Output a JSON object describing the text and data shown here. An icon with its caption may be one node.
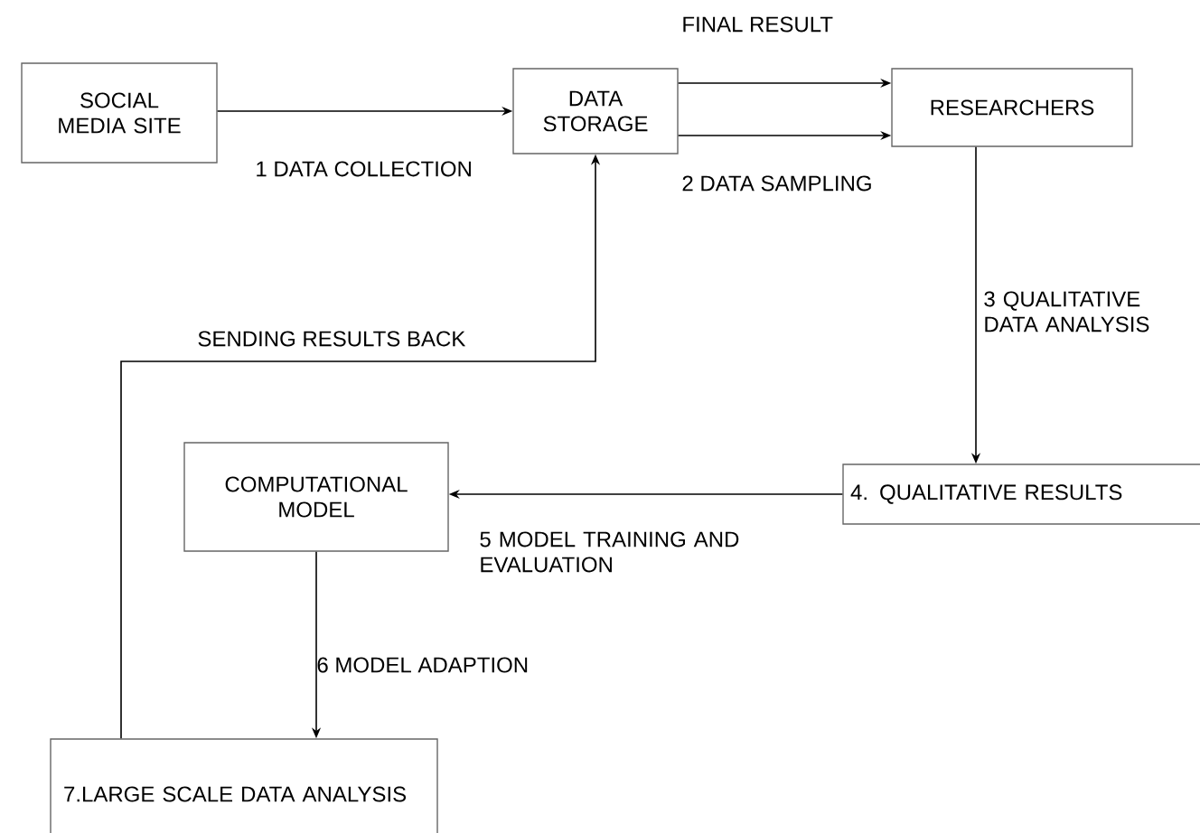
{
  "diagram": {
    "nodes": [
      {
        "text": [
          "SOCIAL MEDIA SITE"
        ]
      },
      {
        "text": [
          "DATA STORAGE"
        ]
      },
      {
        "text": [
          "RESEARCHERS"
        ]
      },
      {
        "text": [
          "4. QUALITATIVE RESULTS"
        ]
      },
      {
        "text": [
          "COMPUTATIONAL MODEL"
        ]
      },
      {
        "text": [
          "7.LARGE SCALE DATA ANALYSIS"
        ]
      }
    ],
    "edges": [
      {
        "from": 0,
        "to": 1,
        "arrow": "to",
        "label": "1 DATA COLLECTION"
      },
      {
        "from": 1,
        "to": 2,
        "arrow": "to",
        "label": "FINAL RESULT"
      },
      {
        "from": 1,
        "to": 2,
        "arrow": "to",
        "label": "2 DATA SAMPLING"
      },
      {
        "from": 2,
        "to": 3,
        "arrow": "to",
        "label": "3 QUALITATIVE DATA ANALYSIS"
      },
      {
        "from": 3,
        "to": 4,
        "arrow": "to",
        "label": "5 MODEL TRAINING AND EVALUATION"
      },
      {
        "from": 4,
        "to": 5,
        "arrow": "to",
        "label": "6 MODEL ADAPTION"
      },
      {
        "from": 5,
        "to": 1,
        "arrow": "to",
        "label": "SENDING RESULTS BACK"
      }
    ]
  }
}
